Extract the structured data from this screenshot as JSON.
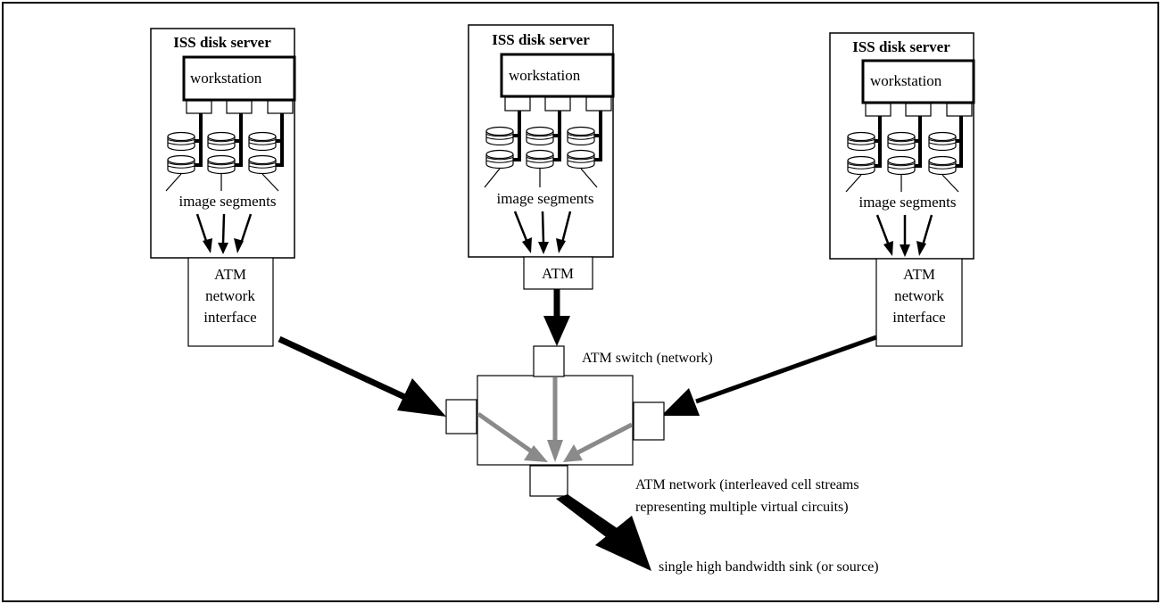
{
  "servers": [
    {
      "title": "ISS disk server",
      "workstation": "workstation",
      "segments": "image segments",
      "interface": [
        "ATM",
        "network",
        "interface"
      ]
    },
    {
      "title": "ISS disk server",
      "workstation": "workstation",
      "segments": "image segments",
      "interface": [
        "ATM"
      ]
    },
    {
      "title": "ISS disk server",
      "workstation": "workstation",
      "segments": "image segments",
      "interface": [
        "ATM",
        "network",
        "interface"
      ]
    }
  ],
  "labels": {
    "switch": "ATM switch (network)",
    "network_line1": "ATM network (interleaved cell streams",
    "network_line2": "representing multiple virtual circuits)",
    "sink": "single high bandwidth sink (or source)"
  },
  "colors": {
    "line": "#000000",
    "internal_arrow": "#8a8a8a"
  }
}
